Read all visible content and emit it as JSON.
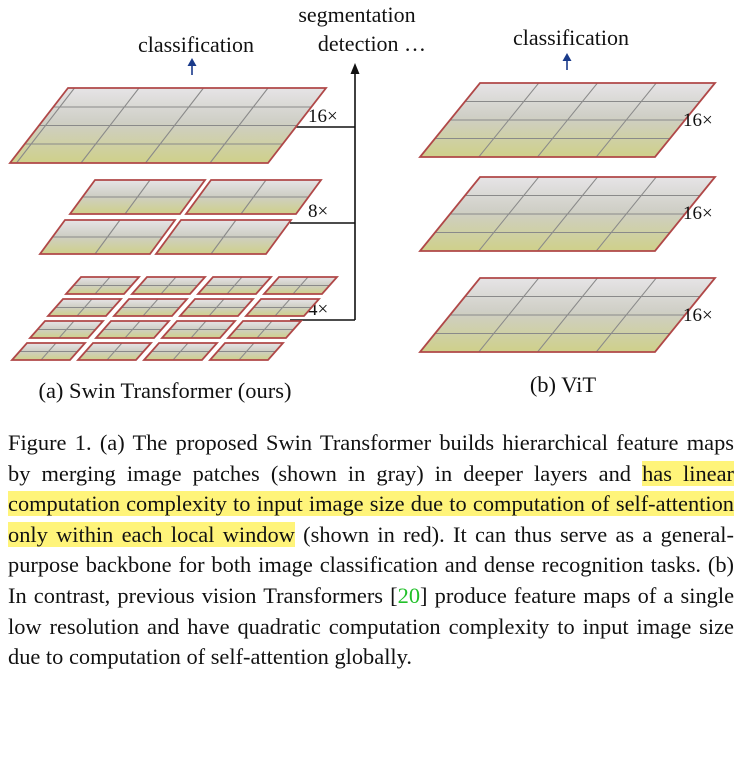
{
  "figure": {
    "swin": {
      "top_label": "classification",
      "head_labels": [
        "segmentation",
        "detection …"
      ],
      "scales": [
        "16×",
        "8×",
        "4×"
      ],
      "subcaption": "(a) Swin Transformer (ours)"
    },
    "vit": {
      "top_label": "classification",
      "scales": [
        "16×",
        "16×",
        "16×"
      ],
      "subcaption": "(b) ViT"
    },
    "colors": {
      "window_border": "#b04848",
      "patch_lines": "#7a7a7a",
      "arrow": "#1a3a8a",
      "highlight": "#fff47a",
      "citation": "#22c02a"
    }
  },
  "caption": {
    "lead": "Figure 1. (a) The proposed Swin Transformer builds hierarchical feature maps by merging image patches (shown in gray) in deeper layers and ",
    "highlight": "has linear computation complexity to input image size due to computation of self-attention only within each local window",
    "after_highlight": " (shown in red). It can thus serve as a general-purpose backbone for both image classification and dense recognition tasks. (b) In contrast, previous vision Transformers [",
    "citation": "20",
    "tail": "] produce feature maps of a single low resolution and have quadratic computation complexity to input image size due to computation of self-attention globally."
  }
}
